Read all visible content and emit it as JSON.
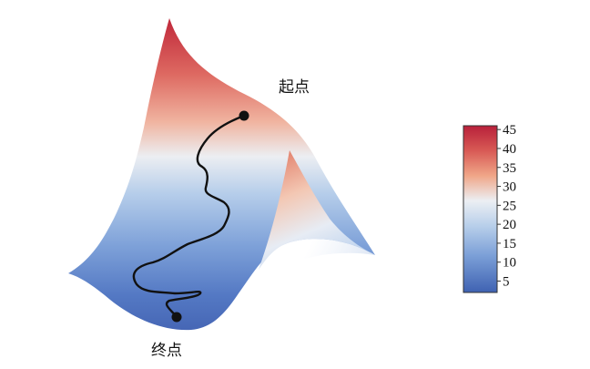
{
  "labels": {
    "start": "起点",
    "end": "终点"
  },
  "colorbar": {
    "min": 2,
    "max": 46,
    "ticks": [
      "45",
      "40",
      "35",
      "30",
      "25",
      "20",
      "15",
      "10",
      "5"
    ],
    "tick_values": [
      45,
      40,
      35,
      30,
      25,
      20,
      15,
      10,
      5
    ],
    "colormap": [
      "#3a5fb0",
      "#6f93d2",
      "#a9c6e8",
      "#eef1f4",
      "#f2c0aa",
      "#e27a68",
      "#c02a3a"
    ]
  },
  "surface": {
    "low_color": "#4a6fbf",
    "mid_color": "#eceff3",
    "high_color": "#c5313f"
  },
  "path_color": "#111111"
}
